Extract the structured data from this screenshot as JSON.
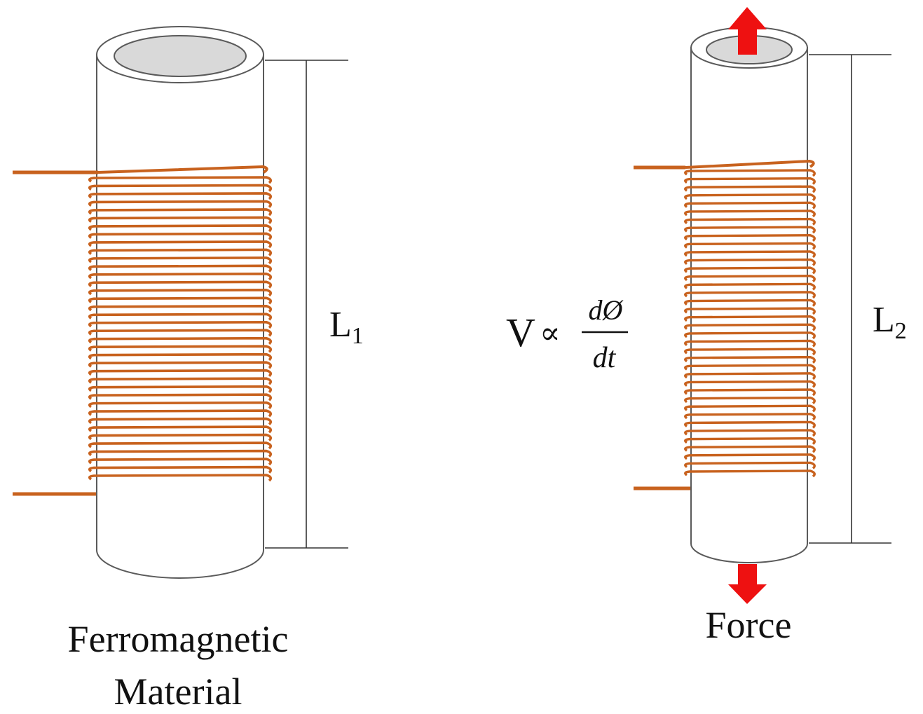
{
  "left": {
    "caption": [
      "Ferromagnetic",
      "Material"
    ],
    "length_label": {
      "letter": "L",
      "subscript": "1"
    }
  },
  "right": {
    "length_label": {
      "letter": "L",
      "subscript": "2"
    },
    "equation": {
      "lhs": "V",
      "relation": "∝",
      "numerator": "dØ",
      "denominator": "dt"
    },
    "force_label": "Force"
  },
  "colors": {
    "coil": "#c8621e",
    "arrow": "#ee1111",
    "tube_outline": "#5a5a5a",
    "tube_inner": "#d9d9d9",
    "dimension_line": "#333333"
  }
}
